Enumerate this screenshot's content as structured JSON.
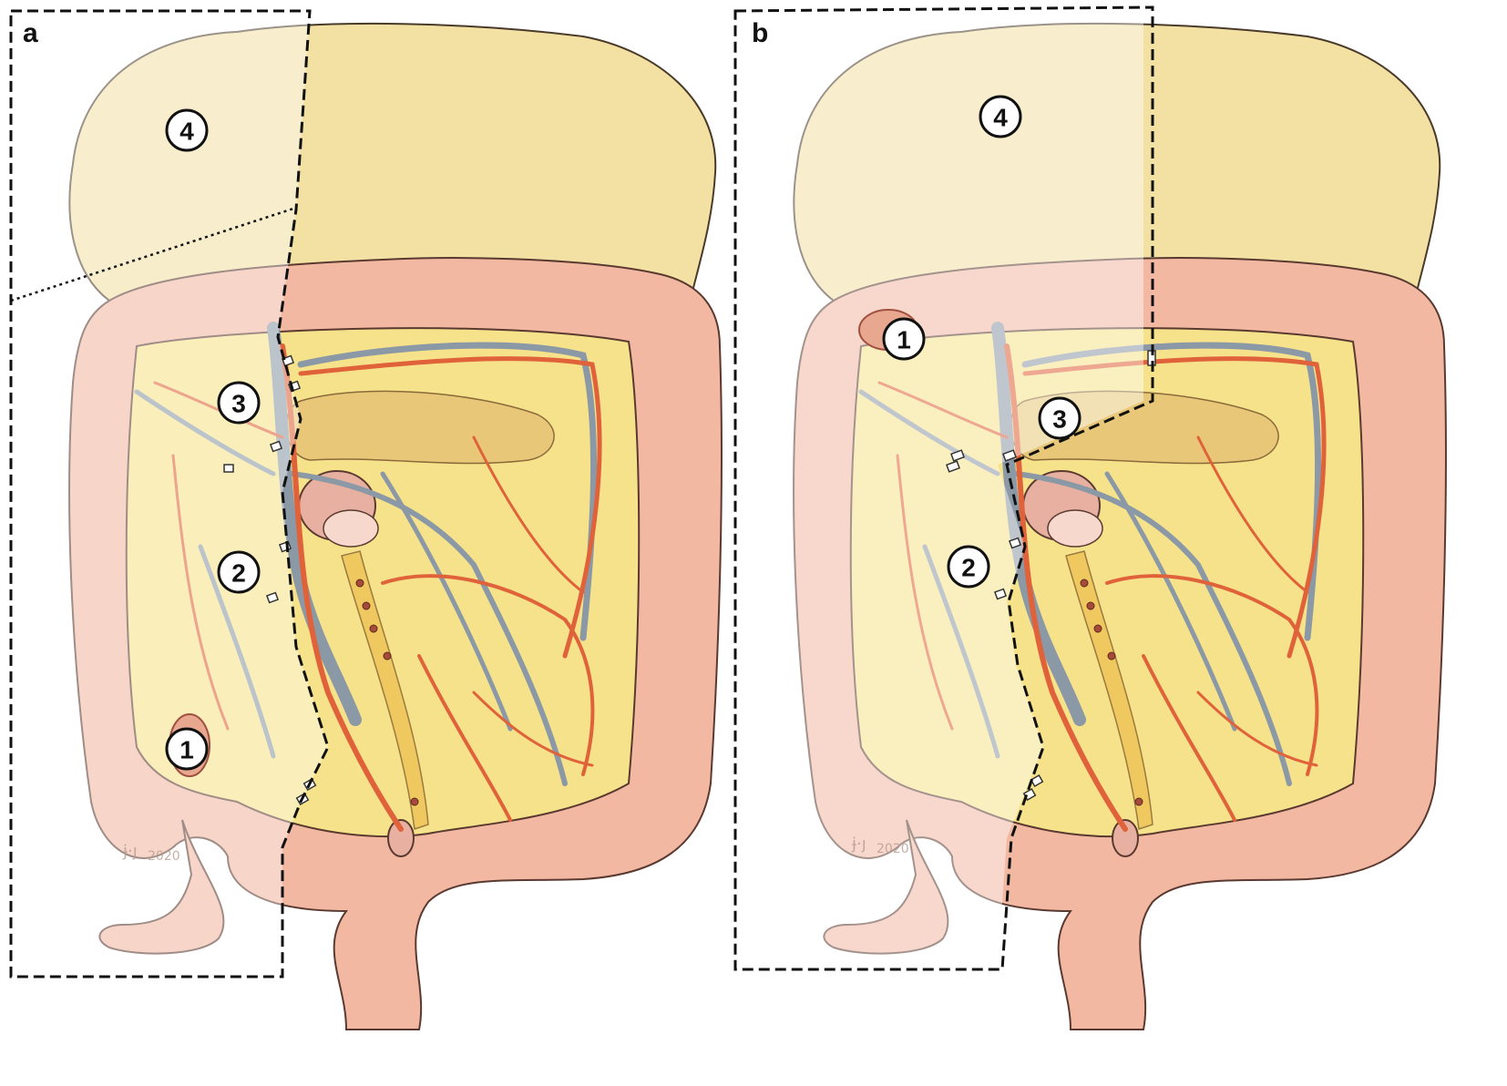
{
  "panels": [
    {
      "letter": "a",
      "markers": [
        {
          "number": "1"
        },
        {
          "number": "2"
        },
        {
          "number": "3"
        },
        {
          "number": "4"
        }
      ],
      "watermark": "2020"
    },
    {
      "letter": "b",
      "markers": [
        {
          "number": "1"
        },
        {
          "number": "2"
        },
        {
          "number": "3"
        },
        {
          "number": "4"
        }
      ],
      "watermark": "2020"
    }
  ],
  "colors": {
    "omentum": "#f3e1a4",
    "colon": "#f2b8a2",
    "mesentery": "#f2dc72",
    "artery": "#e0623a",
    "vein": "#8b98a6",
    "outline": "#111111"
  }
}
